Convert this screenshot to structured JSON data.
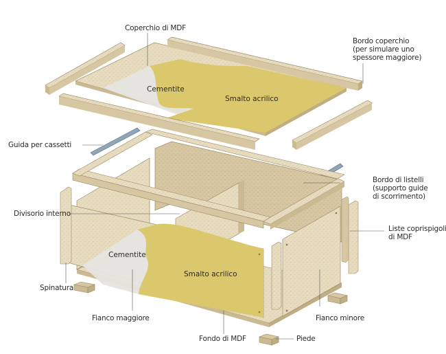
{
  "diagram": {
    "labels": {
      "lid": "Coperchio di MDF",
      "lid_edge": "Bordo coperchio\n(per simulare uno\nspessore maggiore)",
      "drawer_guide": "Guida per cassetti",
      "batten_frame": "Bordo di listelli\n(supporto guide\ndi scorrimento)",
      "inner_divider": "Divisorio interno",
      "corner_strips": "Liste coprispigoli\ndi MDF",
      "dowel": "Spinatura",
      "long_side": "Fianco maggiore",
      "short_side": "Fianco minore",
      "mdf_bottom": "Fondo di MDF",
      "foot": "Piede"
    },
    "surface_texts": {
      "lid_primer": "Cementite",
      "lid_enamel": "Smalto acrilico",
      "side_primer": "Cementite",
      "side_enamel": "Smalto acrilico"
    },
    "colors": {
      "wood": "#e8dcc0",
      "wood_dark": "#cbb991",
      "enamel": "#dcc86c",
      "primer": "#e6e4e0",
      "guide_metal": "#8fa6b8",
      "leader_line": "#555555"
    }
  }
}
